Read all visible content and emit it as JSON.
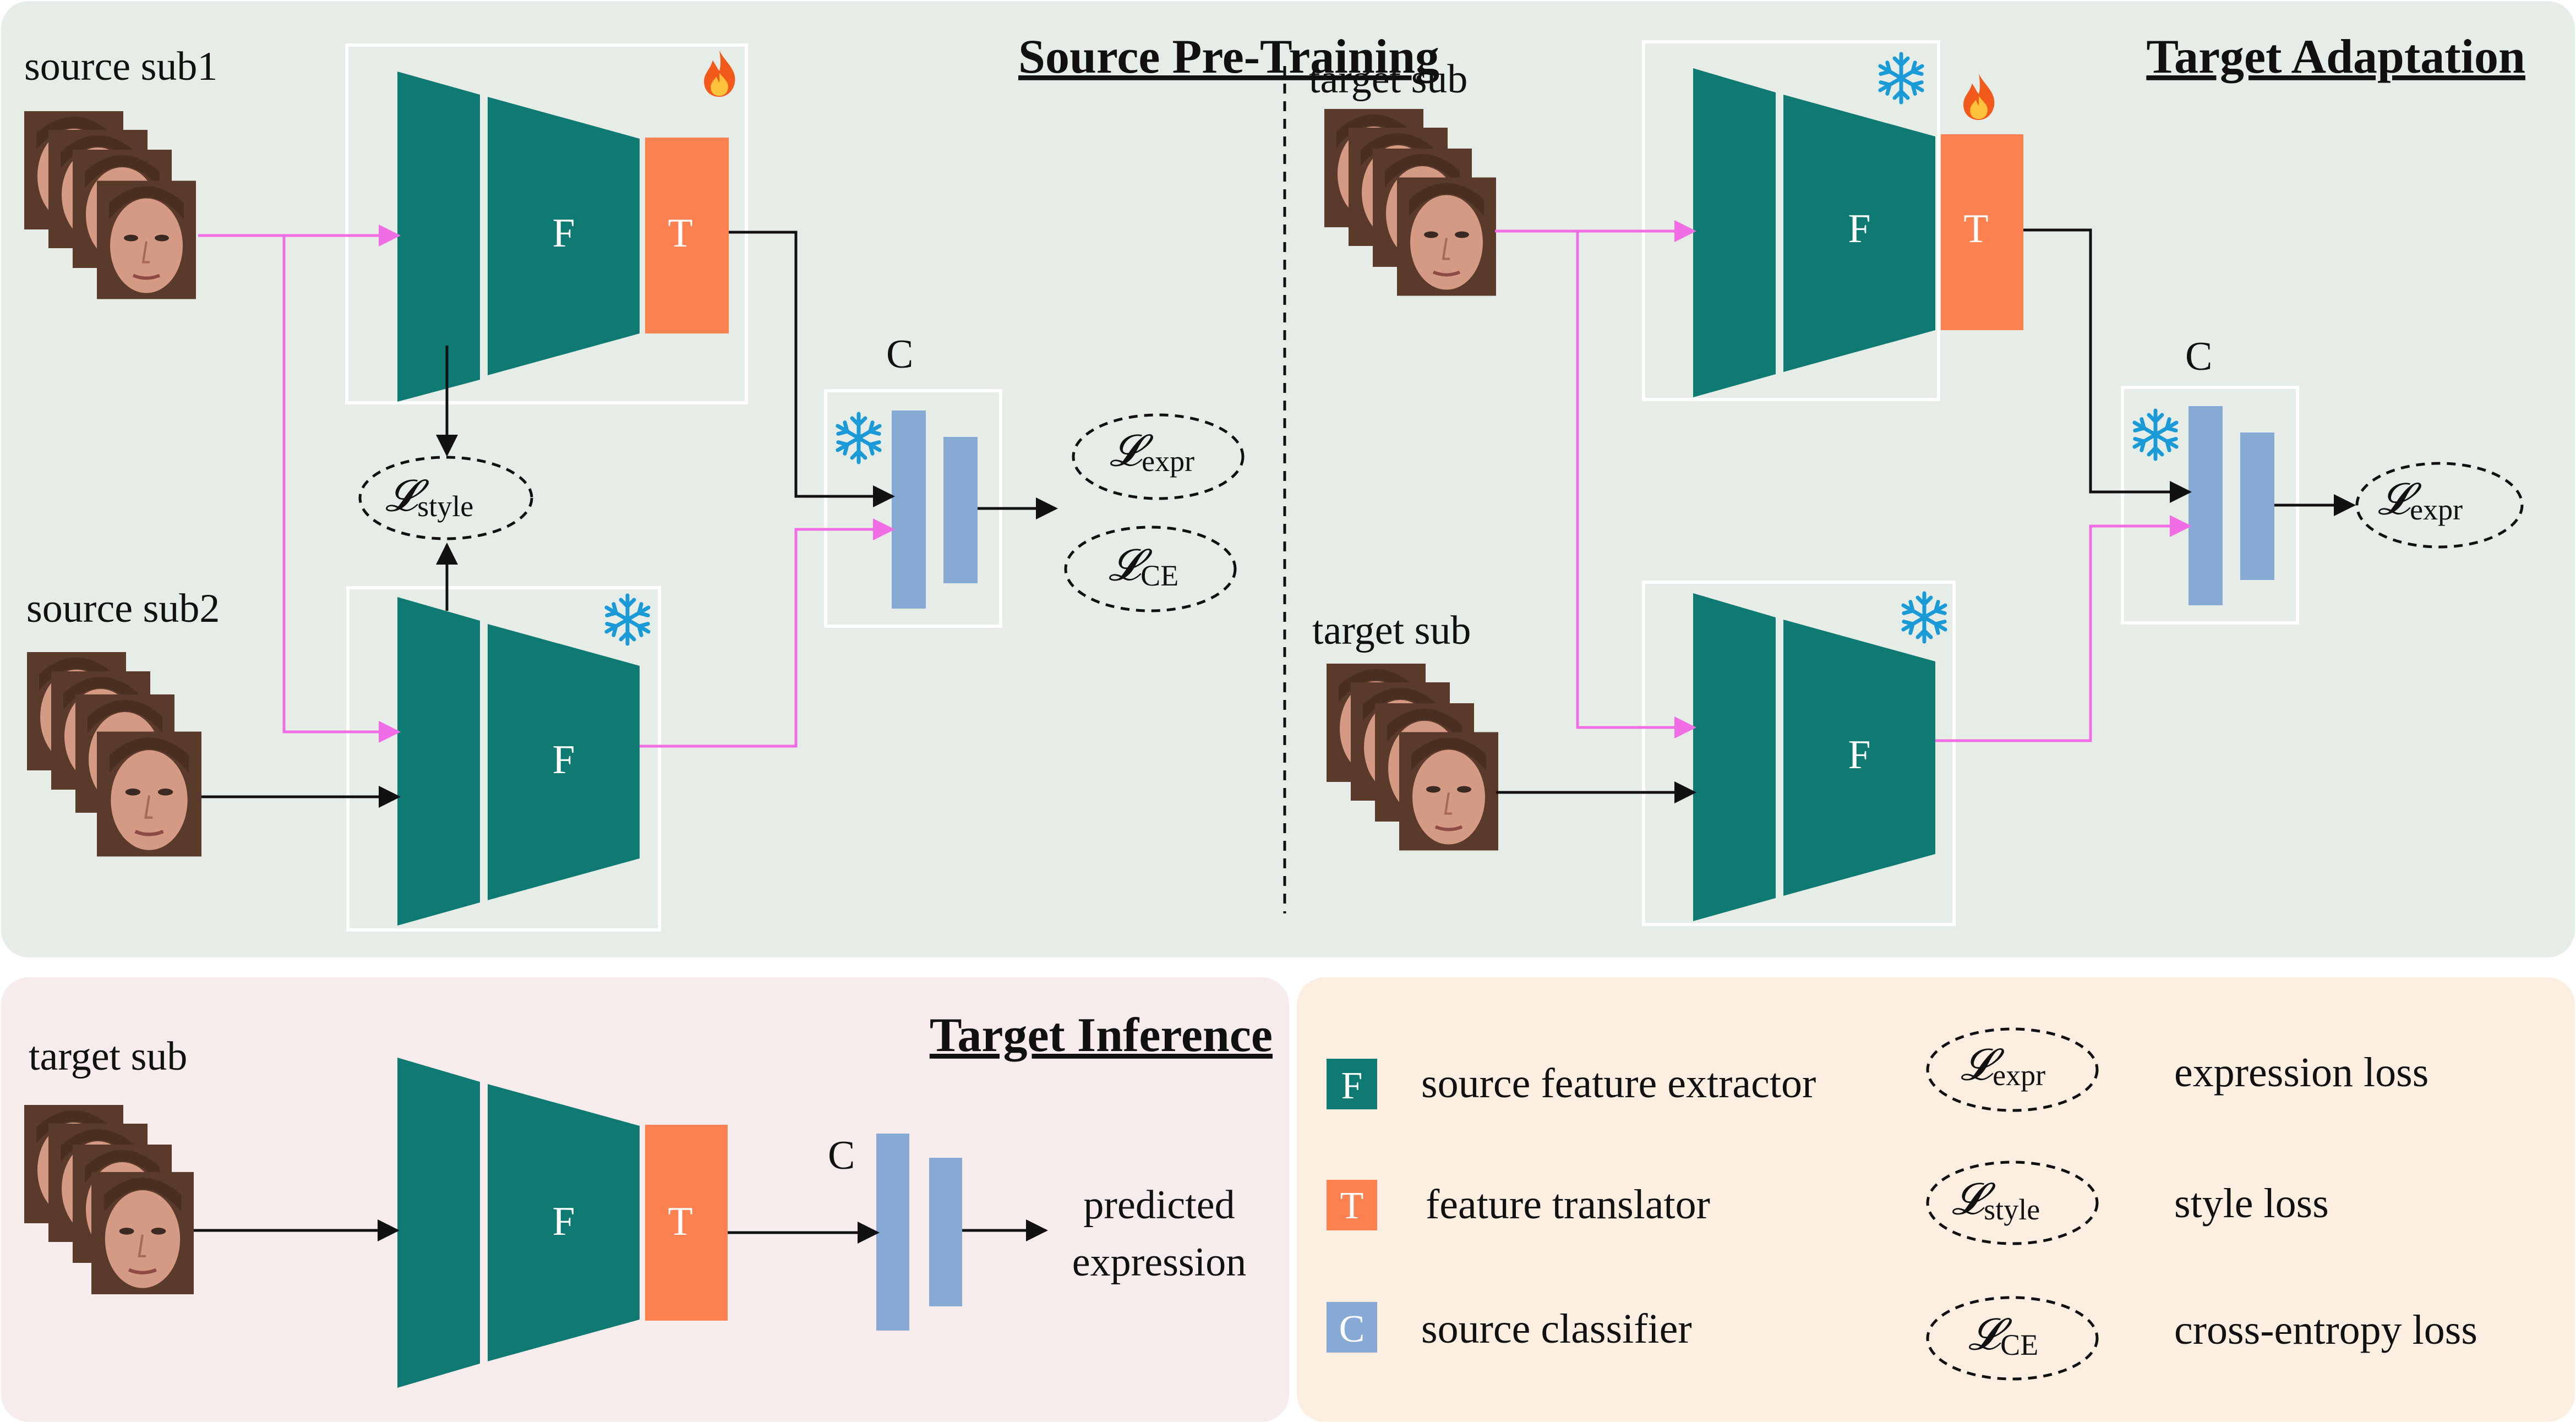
{
  "panels": {
    "pretrain": {
      "title": "Source Pre-Training",
      "color": "#e6ede6"
    },
    "adapt": {
      "title": "Target Adaptation",
      "color": "#e6ede6"
    },
    "inference": {
      "title": "Target Inference",
      "color": "#f7ecec"
    },
    "legend": {
      "color": "#fcefe2"
    }
  },
  "pretrain": {
    "source_sub1": "source sub1",
    "source_sub2": "source sub2",
    "f_top": "F",
    "t_top": "T",
    "f_bottom": "F",
    "classifier": "C",
    "loss_style": {
      "base": "𝓛",
      "sub": "style"
    },
    "loss_expr": {
      "base": "𝓛",
      "sub": "expr"
    },
    "loss_ce": {
      "base": "𝓛",
      "sub": "CE"
    }
  },
  "adapt": {
    "target_sub_top": "target sub",
    "target_sub_bottom": "target sub",
    "f_top": "F",
    "t_top": "T",
    "f_bottom": "F",
    "classifier": "C",
    "loss_expr": {
      "base": "𝓛",
      "sub": "expr"
    }
  },
  "inference": {
    "target_sub": "target sub",
    "f": "F",
    "t": "T",
    "classifier": "C",
    "output_line1": "predicted",
    "output_line2": "expression"
  },
  "legend": {
    "items": [
      {
        "letter": "F",
        "text": "source feature extractor"
      },
      {
        "letter": "T",
        "text": "feature translator"
      },
      {
        "letter": "C",
        "text": "source classifier"
      }
    ],
    "losses": [
      {
        "base": "𝓛",
        "sub": "expr",
        "text": "expression loss"
      },
      {
        "base": "𝓛",
        "sub": "style",
        "text": "style loss"
      },
      {
        "base": "𝓛",
        "sub": "CE",
        "text": "cross-entropy loss"
      }
    ]
  },
  "colors": {
    "extractor": "#0e7a72",
    "translator": "#fb8150",
    "classifier": "#87aad4",
    "flow_pink": "#f06de6",
    "flow_black": "#111111",
    "snowflake": "#1a9ad6",
    "flame_outer": "#f25a1c",
    "flame_inner": "#ffc23a"
  },
  "icons": [
    "flame-icon",
    "snowflake-icon",
    "face-stack-image"
  ]
}
